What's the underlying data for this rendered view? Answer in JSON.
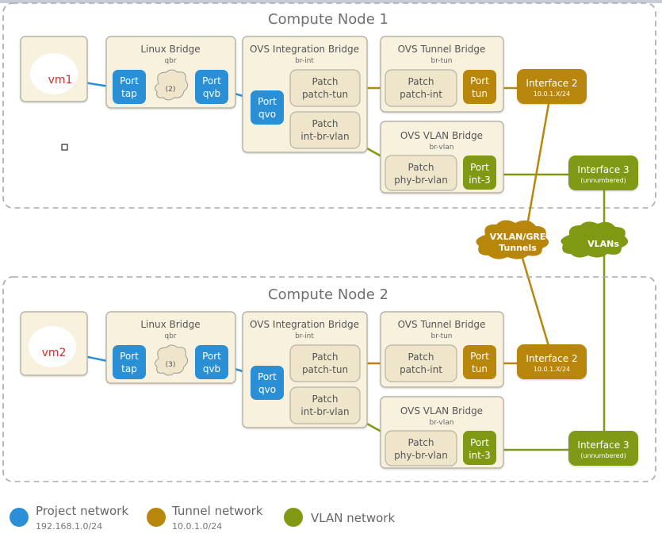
{
  "colors": {
    "project": "#2a8fd4",
    "tunnel": "#b8860b",
    "vlan": "#7f9a12",
    "box_fill": "#f8f1dd",
    "box_stroke": "#b7b3a5",
    "patch_fill": "#eee5cb"
  },
  "node1": {
    "title": "Compute Node 1",
    "vm_label": "vm1",
    "linux_bridge": {
      "title": "Linux Bridge",
      "sub": "qbr",
      "tap_l1": "Port",
      "tap_l2": "tap",
      "cloud": "(2)",
      "qvb_l1": "Port",
      "qvb_l2": "qvb"
    },
    "int_bridge": {
      "title": "OVS Integration Bridge",
      "sub": "br-int",
      "qvo_l1": "Port",
      "qvo_l2": "qvo",
      "ptun_l1": "Patch",
      "ptun_l2": "patch-tun",
      "pvlan_l1": "Patch",
      "pvlan_l2": "int-br-vlan"
    },
    "tun_bridge": {
      "title": "OVS Tunnel Bridge",
      "sub": "br-tun",
      "pint_l1": "Patch",
      "pint_l2": "patch-int",
      "port_l1": "Port",
      "port_l2": "tun"
    },
    "vlan_bridge": {
      "title": "OVS VLAN Bridge",
      "sub": "br-vlan",
      "phy_l1": "Patch",
      "phy_l2": "phy-br-vlan",
      "port_l1": "Port",
      "port_l2": "int-3"
    },
    "if2": {
      "label": "Interface 2",
      "sub": "10.0.1.X/24"
    },
    "if3": {
      "label": "Interface 3",
      "sub": "(unnumbered)"
    }
  },
  "node2": {
    "title": "Compute Node 2",
    "vm_label": "vm2",
    "linux_bridge": {
      "title": "Linux Bridge",
      "sub": "qbr",
      "tap_l1": "Port",
      "tap_l2": "tap",
      "cloud": "(3)",
      "qvb_l1": "Port",
      "qvb_l2": "qvb"
    },
    "int_bridge": {
      "title": "OVS Integration Bridge",
      "sub": "br-int",
      "qvo_l1": "Port",
      "qvo_l2": "qvo",
      "ptun_l1": "Patch",
      "ptun_l2": "patch-tun",
      "pvlan_l1": "Patch",
      "pvlan_l2": "int-br-vlan"
    },
    "tun_bridge": {
      "title": "OVS Tunnel Bridge",
      "sub": "br-tun",
      "pint_l1": "Patch",
      "pint_l2": "patch-int",
      "port_l1": "Port",
      "port_l2": "tun"
    },
    "vlan_bridge": {
      "title": "OVS VLAN Bridge",
      "sub": "br-vlan",
      "phy_l1": "Patch",
      "phy_l2": "phy-br-vlan",
      "port_l1": "Port",
      "port_l2": "int-3"
    },
    "if2": {
      "label": "Interface 2",
      "sub": "10.0.1.X/24"
    },
    "if3": {
      "label": "Interface 3",
      "sub": "(unnumbered)"
    }
  },
  "clouds": {
    "tunnels_l1": "VXLAN/GRE",
    "tunnels_l2": "Tunnels",
    "vlans": "VLANs"
  },
  "legend": {
    "project": {
      "label": "Project network",
      "sub": "192.168.1.0/24"
    },
    "tunnel": {
      "label": "Tunnel network",
      "sub": "10.0.1.0/24"
    },
    "vlan": {
      "label": "VLAN network"
    }
  }
}
